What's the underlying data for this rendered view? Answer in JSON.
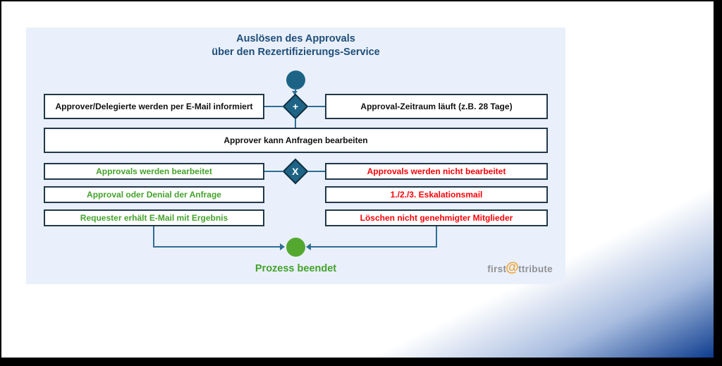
{
  "slide": {
    "title_line1": "Auslösen des Approvals",
    "title_line2": "über den Rezertifizierungs-Service",
    "end_label": "Prozess beendet"
  },
  "diagram": {
    "top_boxes": {
      "left": "Approver/Delegierte werden per E-Mail informiert",
      "right": "Approval-Zeitraum läuft (z.B. 28 Tage)",
      "wide": "Approver kann Anfragen bearbeiten"
    },
    "green_boxes": [
      "Approvals werden bearbeitet",
      "Approval oder Denial der Anfrage",
      "Requester erhält E-Mail mit Ergebnis"
    ],
    "red_boxes": [
      "Approvals werden nicht bearbeitet",
      "1./2./3. Eskalationsmail",
      "Löschen nicht genehmigter Mitglieder"
    ],
    "gateways": {
      "parallel_symbol": "+",
      "exclusive_symbol": "X"
    }
  },
  "logo": {
    "part1": "first",
    "at": "@",
    "part2": "ttribute"
  },
  "colors": {
    "panel_background": "#e9f0fb",
    "title_navy": "#1f4e79",
    "node_teal": "#1d6386",
    "connector_blue": "#2e6f94",
    "success_green": "#44a22c",
    "alert_red": "#fb0207",
    "corner_gradient_navy": "#0d3d8f",
    "logo_orange": "#f0a132",
    "logo_gray": "#8f9193"
  }
}
